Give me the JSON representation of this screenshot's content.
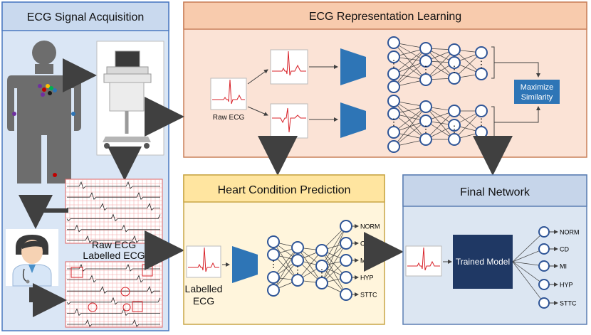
{
  "panels": {
    "acquisition": {
      "title": "ECG Signal Acquisition"
    },
    "representation": {
      "title": "ECG Representation Learning"
    },
    "prediction": {
      "title": "Heart Condition Prediction"
    },
    "final": {
      "title": "Final Network"
    }
  },
  "labels": {
    "raw_ecg_small": "Raw ECG",
    "raw_ecg": "Raw ECG",
    "labelled_ecg": "Labelled ECG",
    "labelled_input_line1": "Labelled",
    "labelled_input_line2": "ECG",
    "maximize_line1": "Maximize",
    "maximize_line2": "Similarity",
    "trained_model": "Trained Model"
  },
  "classes": [
    "NORM",
    "CD",
    "MI",
    "HYP",
    "STTC"
  ],
  "colors": {
    "acq_bg": "#dae6f5",
    "acq_border": "#4a78c0",
    "rep_bg": "#fbe3d6",
    "rep_header": "#f8cbad",
    "rep_border": "#c9805a",
    "pred_bg": "#fff5dc",
    "pred_header": "#ffe5a0",
    "pred_border": "#c9a646",
    "final_bg": "#dce6f2",
    "final_header": "#c6d5ea",
    "final_border": "#5b7fb3",
    "arrow": "#404040",
    "encoder": "#2e75b6",
    "node_stroke": "#2f5597",
    "ecg_red": "#d8232a",
    "trained_model_bg": "#1f3864"
  }
}
